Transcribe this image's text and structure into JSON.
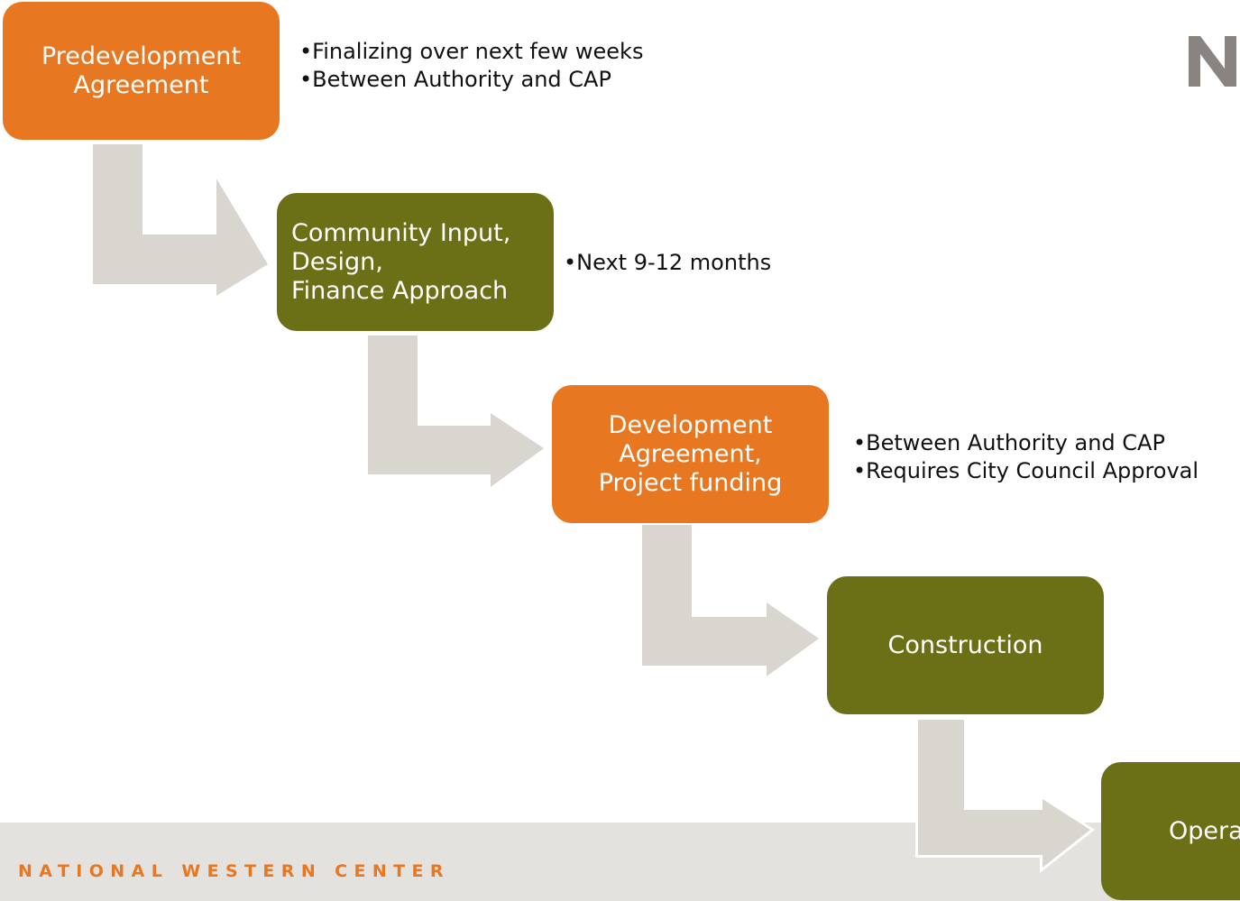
{
  "steps": [
    {
      "label": "Predevelopment\nAgreement",
      "color": "#e87722",
      "notes": [
        "•Finalizing over next few weeks",
        "•Between Authority and CAP"
      ]
    },
    {
      "label": "Community Input,\nDesign,\nFinance Approach",
      "color": "#6b7017",
      "notes": [
        "•Next 9-12 months"
      ]
    },
    {
      "label": "Development\nAgreement,\nProject funding",
      "color": "#e87722",
      "notes": [
        "•Between Authority and CAP",
        "•Requires City Council Approval"
      ]
    },
    {
      "label": "Construction",
      "color": "#6b7017",
      "notes": []
    },
    {
      "label": "Operations",
      "color": "#6b7017",
      "notes": []
    }
  ],
  "footer": {
    "text": "NATIONAL WESTERN CENTER",
    "text_color": "#e87722",
    "band_color": "#e4e2df"
  },
  "logo": {
    "icon": "logo-n-icon",
    "color": "#8a8480"
  },
  "arrow_color": "#d9d5cf"
}
